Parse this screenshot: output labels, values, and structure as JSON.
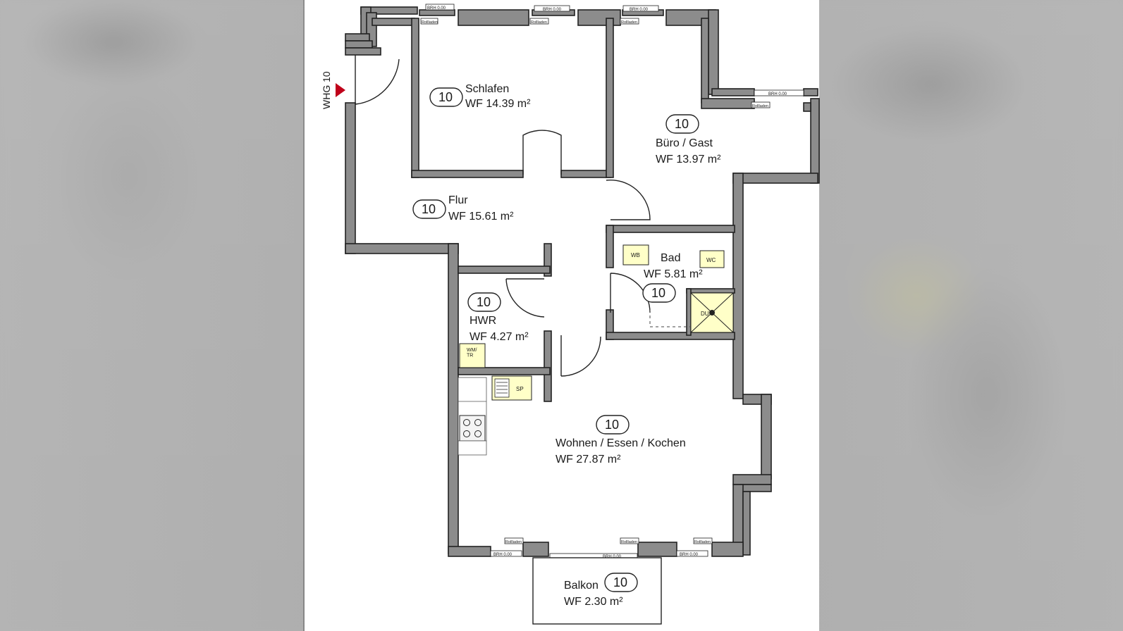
{
  "plan": {
    "unit_marker": "WHG 10",
    "rooms": [
      {
        "id": "schlafen",
        "badge": "10",
        "name": "Schlafen",
        "area": "WF 14.39 m²"
      },
      {
        "id": "buero",
        "badge": "10",
        "name": "Büro / Gast",
        "area": "WF 13.97 m²"
      },
      {
        "id": "flur",
        "badge": "10",
        "name": "Flur",
        "area": "WF 15.61 m²"
      },
      {
        "id": "bad",
        "badge": "10",
        "name": "Bad",
        "area": "WF 5.81 m²"
      },
      {
        "id": "hwr",
        "badge": "10",
        "name": "HWR",
        "area": "WF 4.27 m²"
      },
      {
        "id": "wohnen",
        "badge": "10",
        "name": "Wohnen / Essen / Kochen",
        "area": "WF 27.87 m²"
      },
      {
        "id": "balkon",
        "badge": "10",
        "name": "Balkon",
        "area": "WF 2.30 m²"
      }
    ],
    "fixtures": {
      "wb": "WB",
      "wc": "WC",
      "du": "DU",
      "wm_tr": "WM/\nTR",
      "sp": "SP"
    },
    "window_tags": {
      "rollladen": "Rollladen",
      "brh": "BRH 0.00"
    },
    "colors": {
      "wall": "#8c8c8c",
      "fixture": "#ffffc8",
      "marker": "#c0001a"
    }
  }
}
